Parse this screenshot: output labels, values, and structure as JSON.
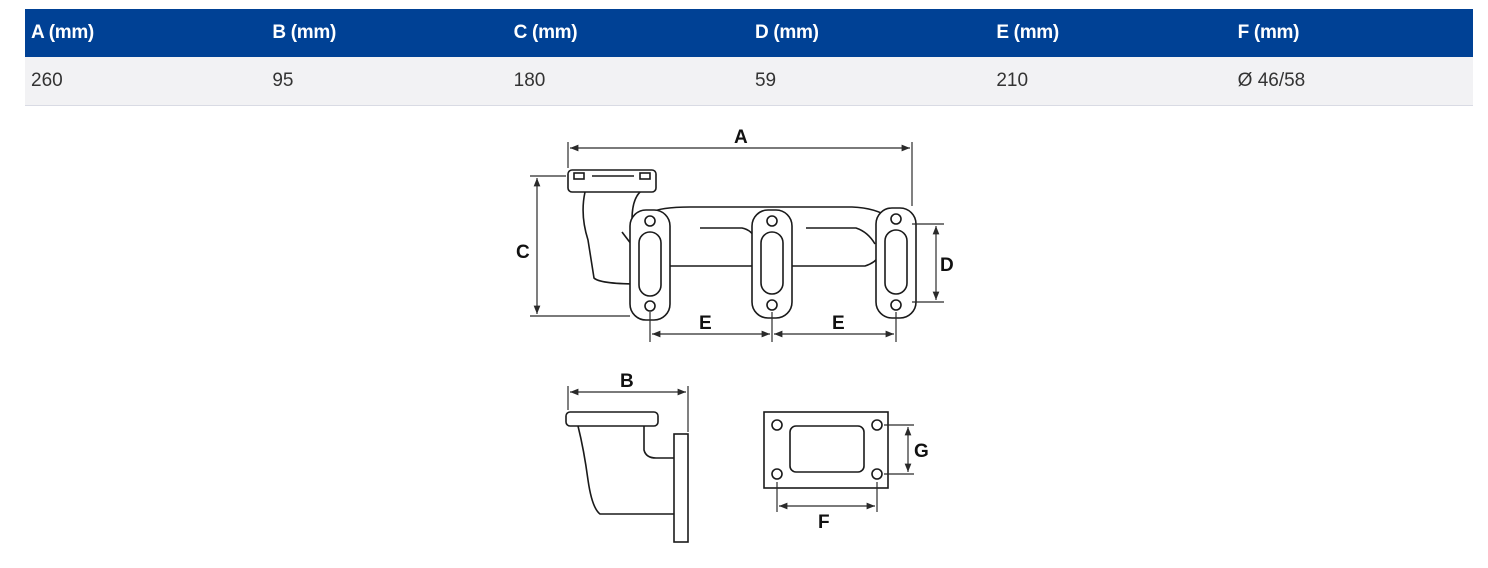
{
  "table": {
    "headers": [
      "A (mm)",
      "B (mm)",
      "C (mm)",
      "D (mm)",
      "E (mm)",
      "F (mm)"
    ],
    "values": [
      "260",
      "95",
      "180",
      "59",
      "210",
      "Ø 46/58"
    ]
  },
  "drawing": {
    "labels": {
      "a": "A",
      "b": "B",
      "c": "C",
      "d": "D",
      "e1": "E",
      "e2": "E",
      "f": "F",
      "g": "G"
    }
  }
}
